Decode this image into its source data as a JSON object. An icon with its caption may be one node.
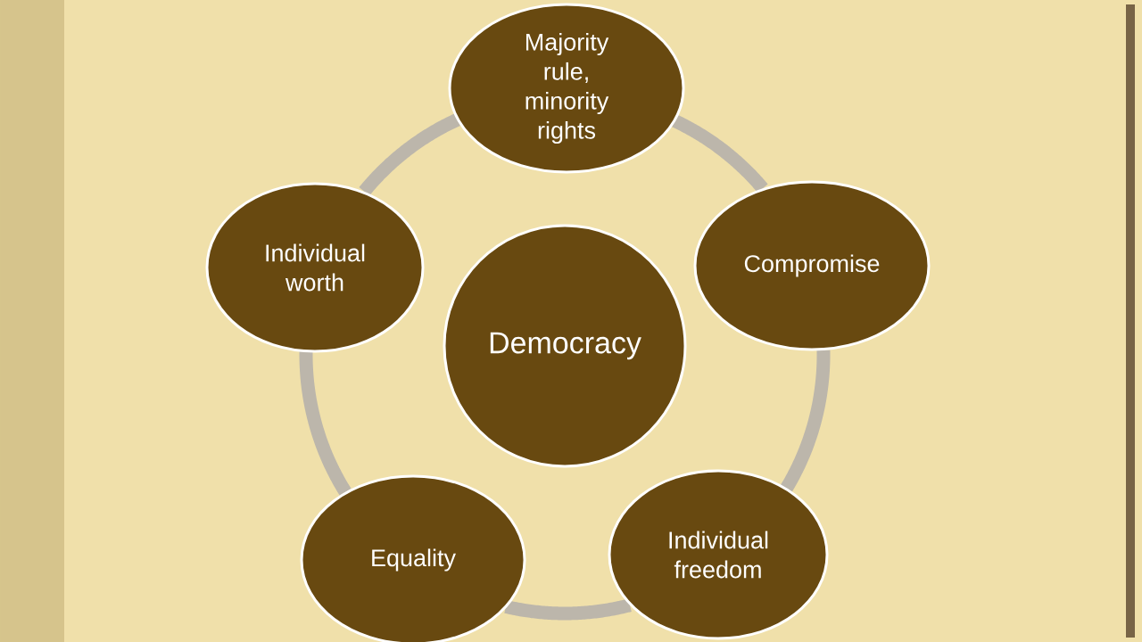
{
  "diagram": {
    "nodes": [
      {
        "text": [
          "Majority rule, minority rights"
        ]
      },
      {
        "text": [
          "Individual worth"
        ]
      },
      {
        "text": [
          "Compromise"
        ]
      },
      {
        "text": [
          "Democracy"
        ]
      },
      {
        "text": [
          "Individual freedom"
        ]
      },
      {
        "text": [
          "Equality"
        ]
      }
    ],
    "edges": [
      {
        "from": 0,
        "to": 2,
        "arrow": "none"
      },
      {
        "from": 2,
        "to": 4,
        "arrow": "none"
      },
      {
        "from": 4,
        "to": 5,
        "arrow": "none"
      },
      {
        "from": 5,
        "to": 1,
        "arrow": "none"
      },
      {
        "from": 1,
        "to": 0,
        "arrow": "none"
      }
    ]
  }
}
